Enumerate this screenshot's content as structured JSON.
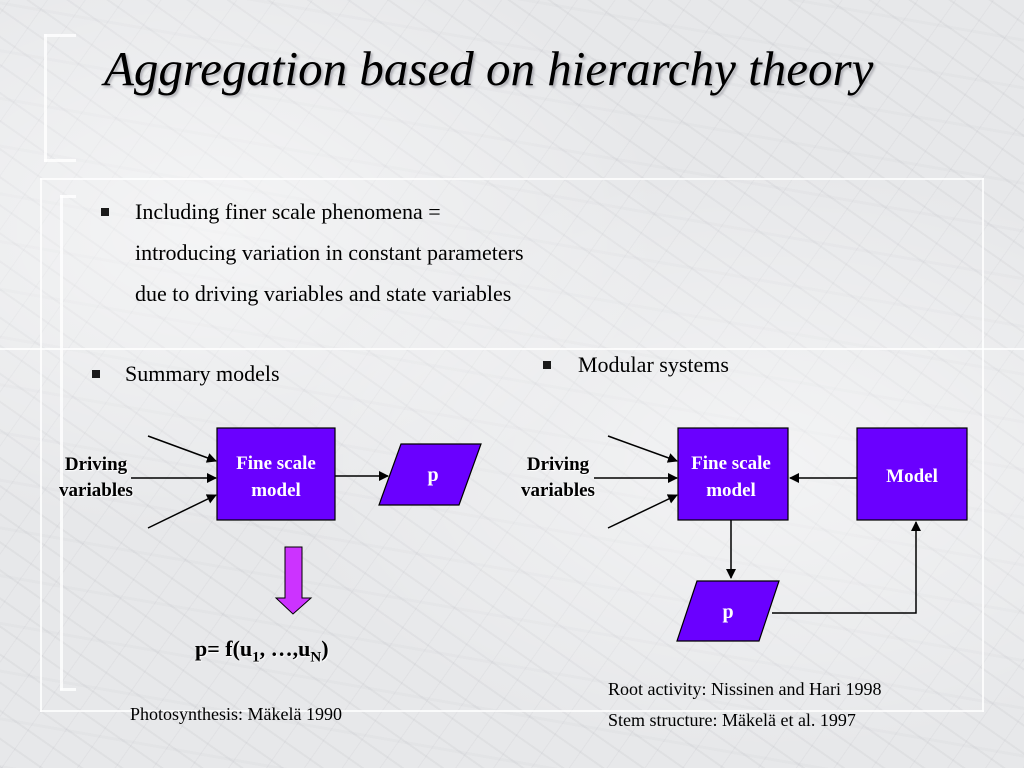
{
  "title": "Aggregation based on hierarchy theory",
  "top_bullet": {
    "lines": [
      "Including finer scale phenomena  =",
      "introducing variation in constant parameters",
      "due to driving variables and state variables"
    ]
  },
  "left_panel": {
    "heading": "Summary models",
    "driving_label": [
      "Driving",
      "variables"
    ],
    "box_label": [
      "Fine scale",
      "model"
    ],
    "output_label": "p",
    "formula": {
      "lhs": "p= f(u",
      "sub1": "1",
      "mid": ", …,u",
      "subN": "N",
      "rhs": ")"
    },
    "reference": "Photosynthesis: Mäkelä 1990"
  },
  "right_panel": {
    "heading": "Modular systems",
    "driving_label": [
      "Driving",
      "variables"
    ],
    "box_label": [
      "Fine scale",
      "model"
    ],
    "model_label": "Model",
    "output_label": "p",
    "references": [
      "Root activity:  Nissinen and Hari 1998",
      "Stem structure: Mäkelä et al. 1997"
    ]
  },
  "colors": {
    "box_fill": "#6a00ff",
    "box_text": "#ffffff",
    "arrow_accent": "#cc33ff"
  }
}
